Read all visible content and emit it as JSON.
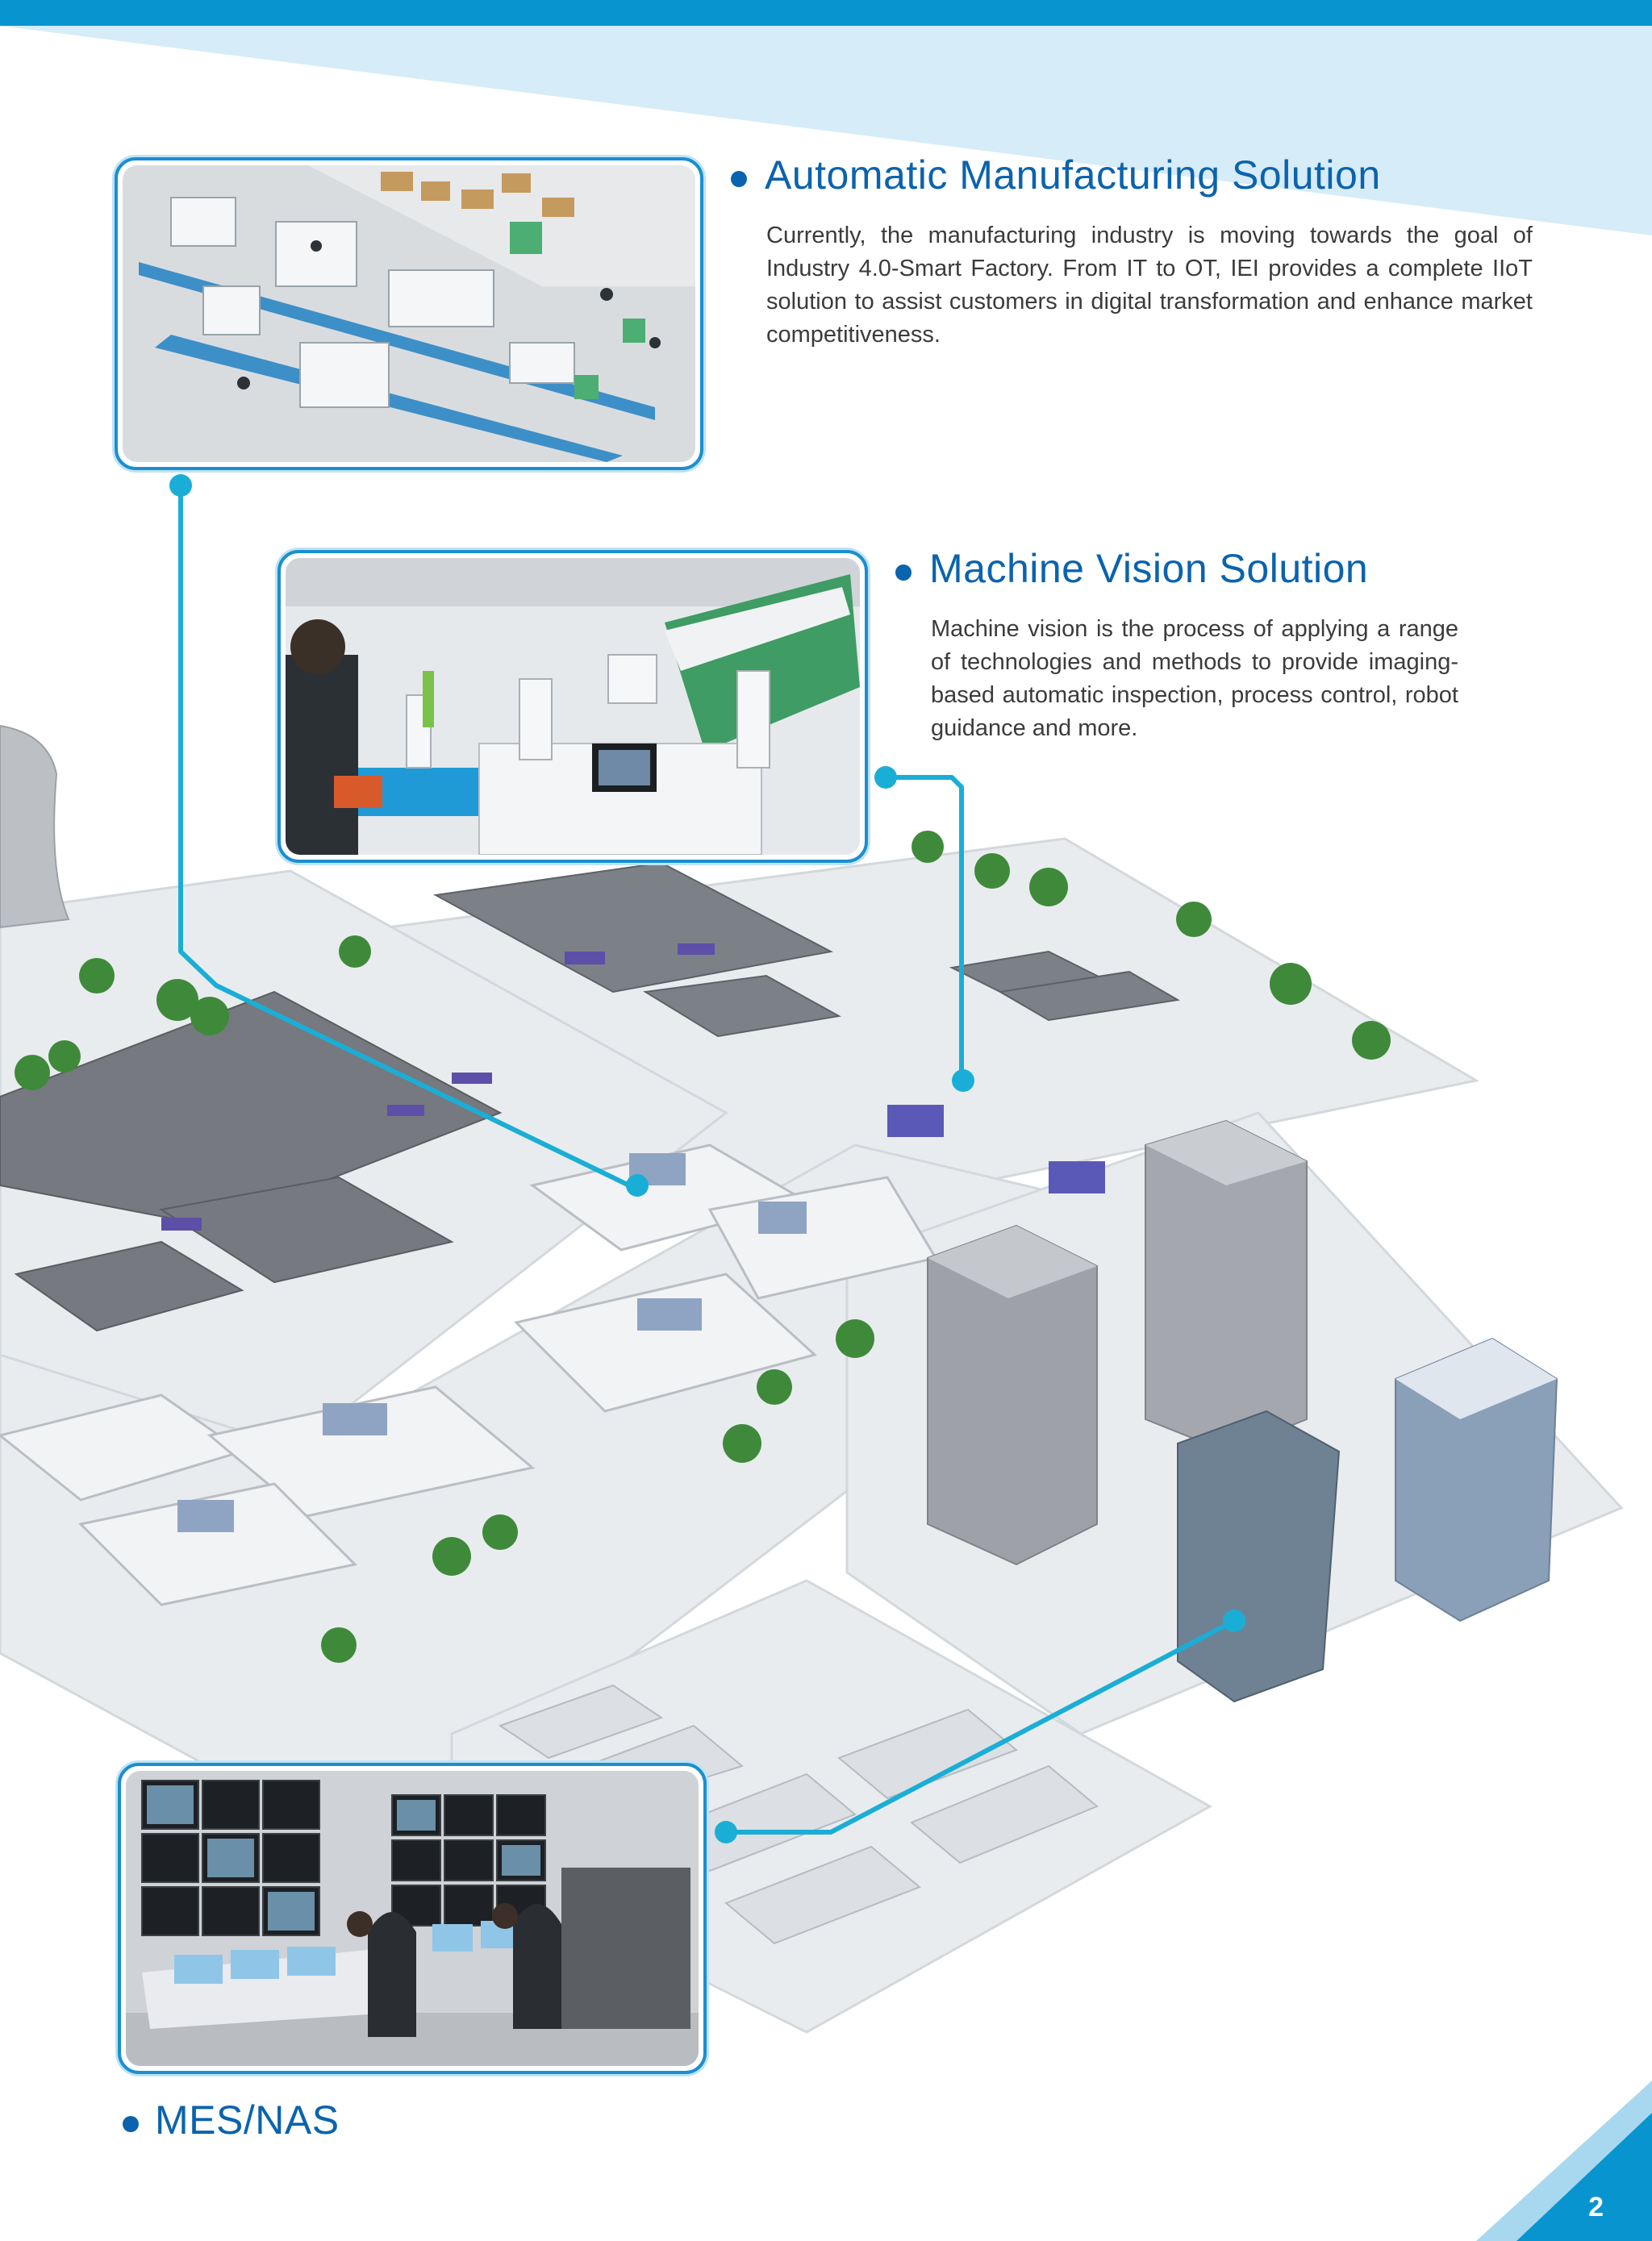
{
  "colors": {
    "brand_blue": "#0b63ad",
    "accent_cyan": "#1aaed6",
    "light_band": "#d6ecf8",
    "top_bar": "#0894cf"
  },
  "sections": {
    "automatic_manufacturing": {
      "title": "Automatic Manufacturing Solution",
      "body": "Currently, the manufacturing industry is moving towards the goal of Industry 4.0-Smart Factory. From IT to OT, IEI provides a complete IIoT solution to assist customers in digital transformation and enhance market competitiveness."
    },
    "machine_vision": {
      "title": "Machine Vision Solution",
      "body": "Machine vision is the process of applying a range of technologies and methods to provide imaging-based automatic inspection, process control, robot guidance and more."
    },
    "mes_nas": {
      "title": "MES/NAS"
    }
  },
  "page": {
    "number": "2"
  }
}
